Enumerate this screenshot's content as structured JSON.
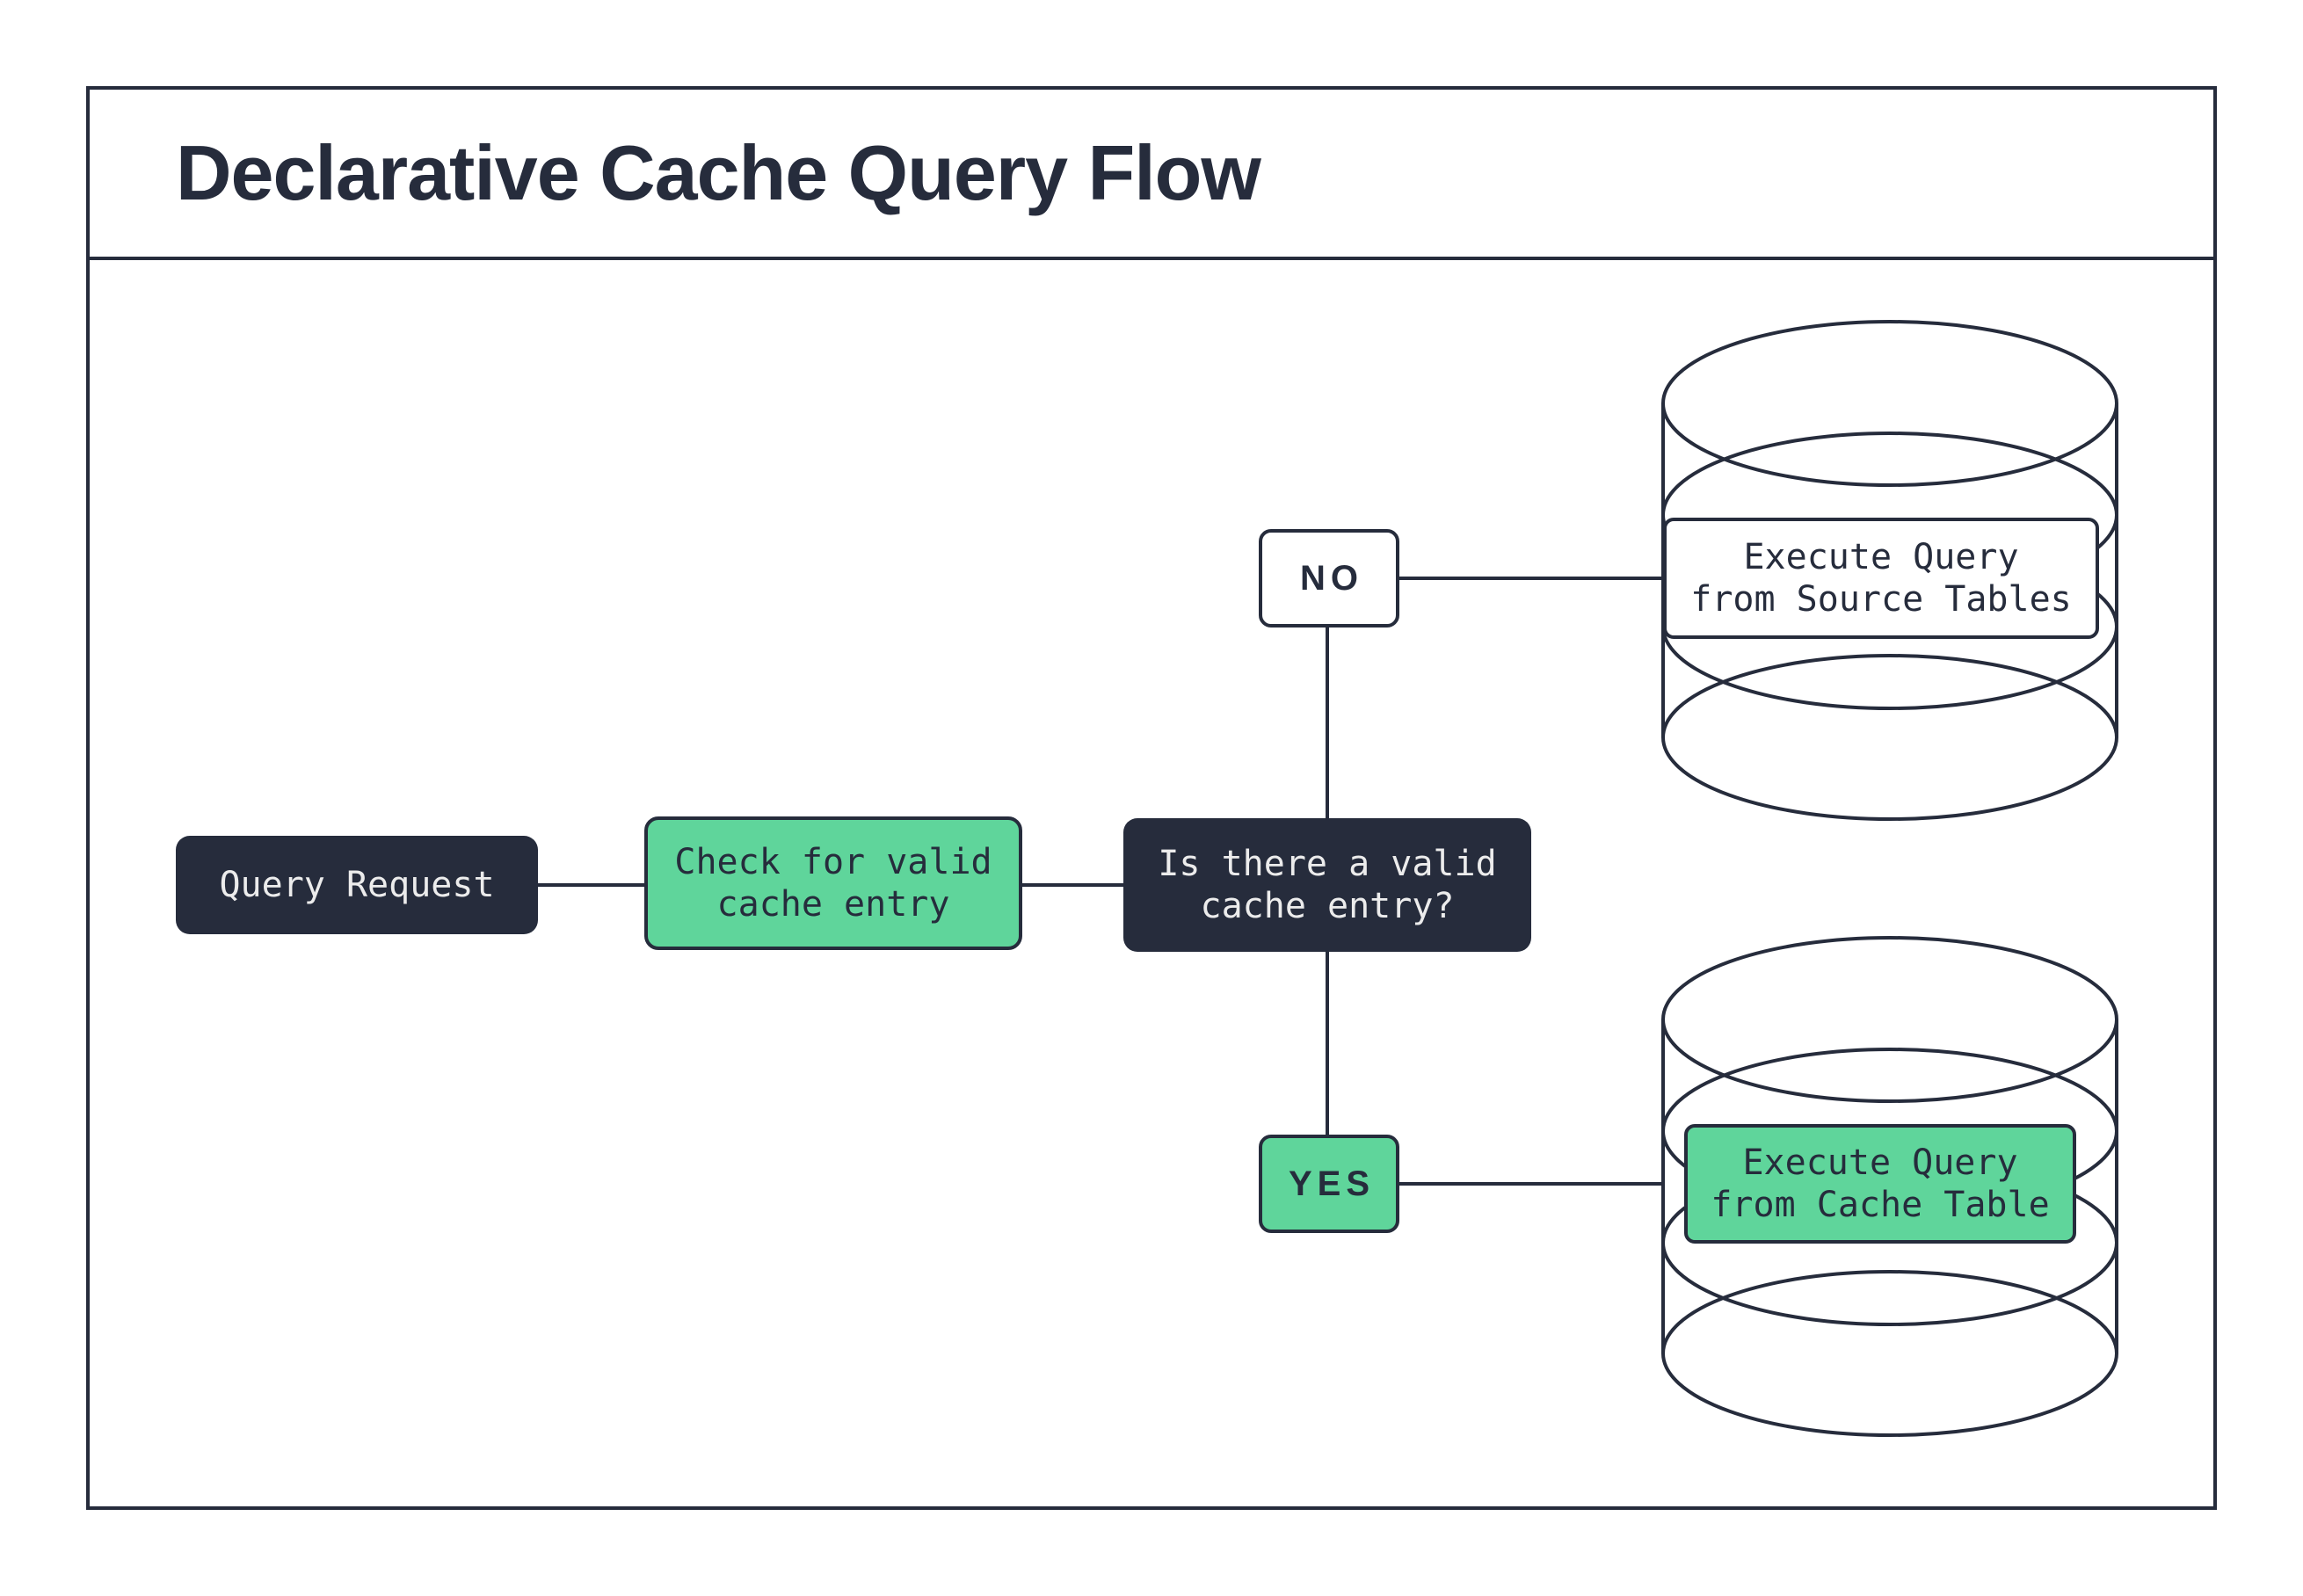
{
  "title": "Declarative Cache Query Flow",
  "colors": {
    "ink": "#262c3c",
    "green": "#5fd59b",
    "paper": "#ffffff",
    "light_text": "#ececec"
  },
  "nodes": {
    "query_request": {
      "label": "Query Request"
    },
    "check_cache": {
      "lines": [
        "Check for valid",
        "cache entry"
      ]
    },
    "decision": {
      "lines": [
        "Is there a valid",
        "cache entry?"
      ]
    },
    "branch_no": {
      "label": "NO"
    },
    "branch_yes": {
      "label": "YES"
    },
    "execute_source": {
      "lines": [
        "Execute Query",
        "from Source Tables"
      ]
    },
    "execute_cache": {
      "lines": [
        "Execute Query",
        "from Cache Table"
      ]
    }
  },
  "icons": {
    "source_database": "database-cylinder-icon",
    "cache_database": "database-cylinder-icon"
  }
}
